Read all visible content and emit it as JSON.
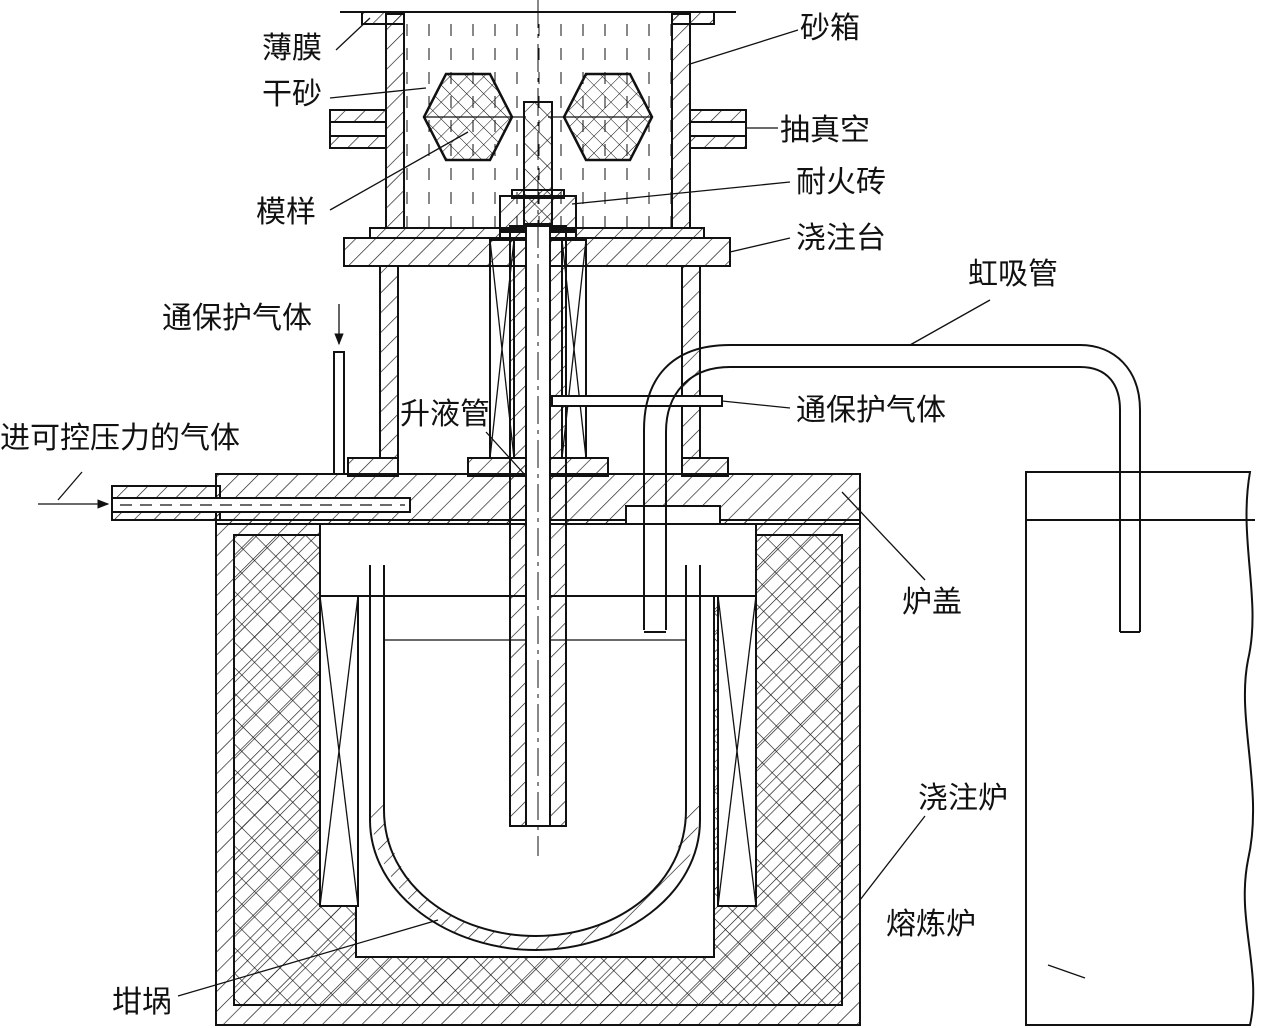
{
  "labels": {
    "film": "薄膜",
    "sand_box": "砂箱",
    "dry_sand": "干砂",
    "vacuum": "抽真空",
    "pattern": "模样",
    "refractory_brick": "耐火砖",
    "pouring_table": "浇注台",
    "siphon_tube": "虹吸管",
    "protective_gas_top": "通保护气体",
    "protective_gas_right": "通保护气体",
    "riser_tube": "升液管",
    "controlled_gas": "进可控压力的气体",
    "furnace_lid": "炉盖",
    "pouring_furnace": "浇注炉",
    "melting_furnace": "熔炼炉",
    "crucible": "坩埚"
  },
  "colors": {
    "ink": "#111111",
    "paper": "#ffffff"
  }
}
